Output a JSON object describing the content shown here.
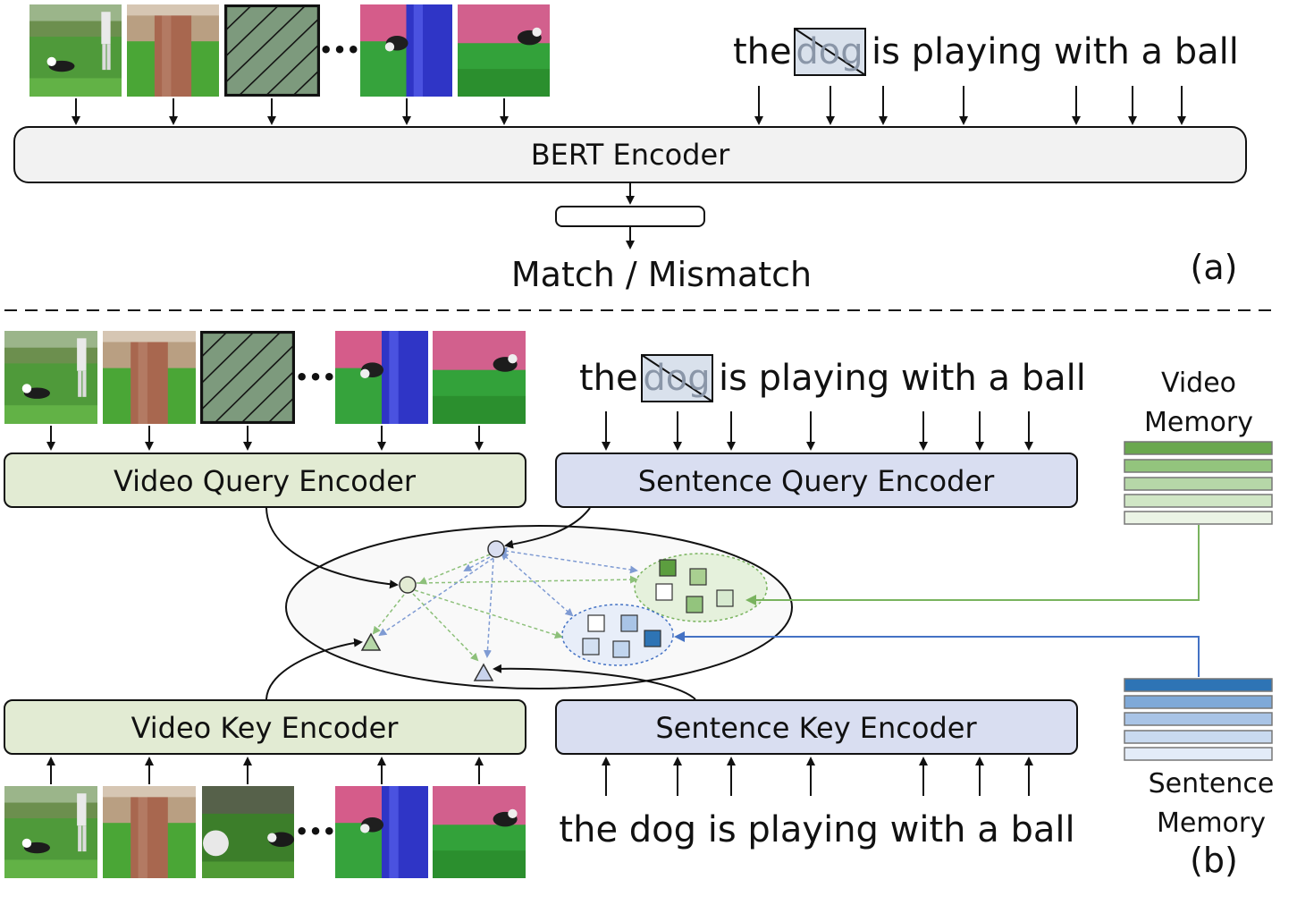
{
  "panel_a": {
    "sentence_before": "the",
    "masked_word": "dog",
    "sentence_after": "is playing with a ball",
    "encoder": "BERT Encoder",
    "output": "Match / Mismatch",
    "label": "(a)"
  },
  "panel_b": {
    "query_sentence_before": "the",
    "query_masked_word": "dog",
    "query_sentence_after": "is playing with a ball",
    "video_query_encoder": "Video Query Encoder",
    "sentence_query_encoder": "Sentence Query Encoder",
    "video_key_encoder": "Video Key Encoder",
    "sentence_key_encoder": "Sentence Key Encoder",
    "key_sentence": "the dog is playing with a ball",
    "video_memory": [
      "Video",
      "Memory"
    ],
    "sentence_memory": [
      "Sentence",
      "Memory"
    ],
    "label": "(b)"
  },
  "ellipsis": "•••",
  "colors": {
    "video": "#e2ebd3",
    "sentence": "#d9def1",
    "video_arrow": "#79b35e",
    "sentence_arrow": "#4472c4",
    "dashed_green": "#8dc07a",
    "dashed_blue": "#7f9bd3",
    "video_memory_shades": [
      "#6aa84f",
      "#93c47d",
      "#b6d7a8",
      "#d0e6c5",
      "#ebf4e5"
    ],
    "sentence_memory_shades": [
      "#2e74b5",
      "#7fa9d8",
      "#a9c4e6",
      "#c9daf0",
      "#e3ecf8"
    ]
  }
}
